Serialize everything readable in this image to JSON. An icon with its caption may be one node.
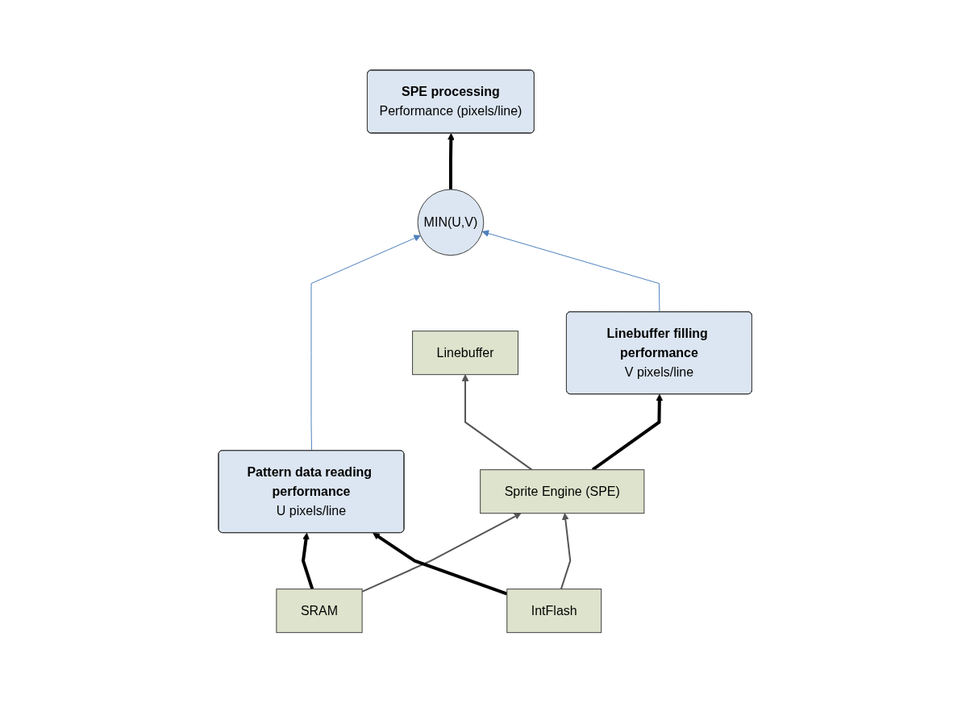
{
  "diagram": {
    "nodes": [
      {
        "text": [
          "SPE processing",
          "Performance (pixels/line)"
        ]
      },
      {
        "text": [
          "Pattern data reading performance",
          "U pixels/line"
        ]
      },
      {
        "text": [
          "MIN(U,V)"
        ]
      },
      {
        "text": [
          "Linebuffer filling performance",
          "V pixels/line"
        ]
      },
      {
        "text": [
          "SRAM"
        ]
      },
      {
        "text": [
          "Sprite Engine (SPE)"
        ]
      },
      {
        "text": [
          "Linebuffer"
        ]
      },
      {
        "text": [
          "IntFlash"
        ]
      }
    ],
    "edges": [
      {
        "from": 4,
        "to": 5,
        "arrow": "to"
      },
      {
        "from": 7,
        "to": 5,
        "arrow": "to"
      },
      {
        "from": 5,
        "to": 6,
        "arrow": "to"
      },
      {
        "from": 4,
        "to": 1,
        "arrow": "to",
        "style": "thick"
      },
      {
        "from": 7,
        "to": 1,
        "arrow": "to",
        "style": "thick"
      },
      {
        "from": 5,
        "to": 3,
        "arrow": "to",
        "style": "thick"
      },
      {
        "from": 1,
        "to": 2,
        "arrow": "to",
        "color": "#4f81bd"
      },
      {
        "from": 3,
        "to": 2,
        "arrow": "to",
        "color": "#4f81bd"
      },
      {
        "from": 2,
        "to": 0,
        "arrow": "to",
        "style": "thick"
      }
    ]
  }
}
